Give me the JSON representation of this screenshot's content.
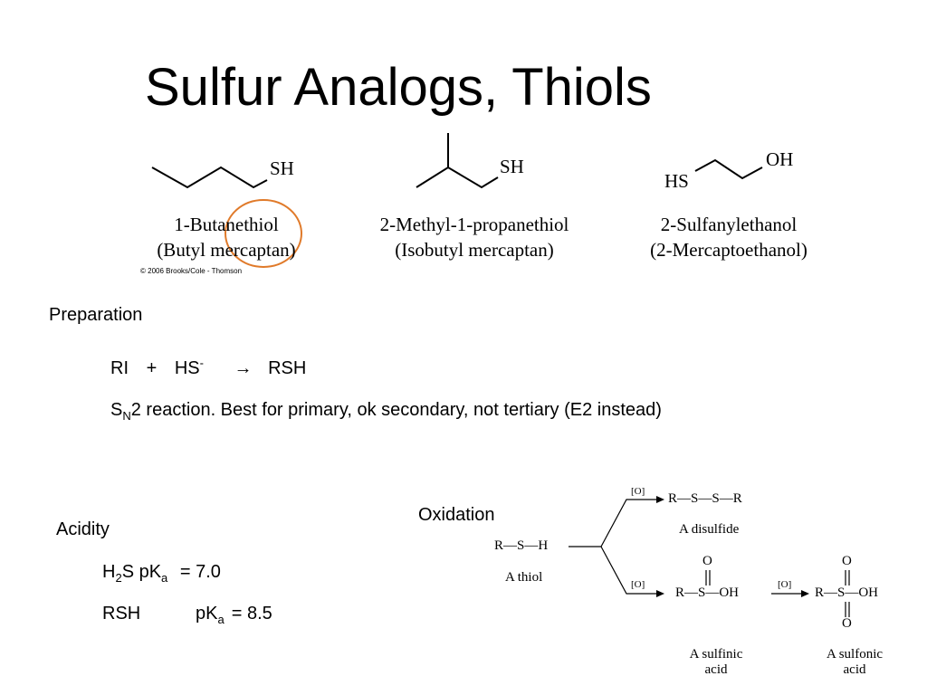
{
  "slide": {
    "title": "Sulfur Analogs, Thiols",
    "copyright": "© 2006 Brooks/Cole - Thomson"
  },
  "molecules": [
    {
      "group": "SH",
      "name": "1-Butanethiol",
      "common": "(Butyl mercaptan)"
    },
    {
      "group": "SH",
      "name": "2-Methyl-1-propanethiol",
      "common": "(Isobutyl mercaptan)"
    },
    {
      "group_left": "HS",
      "group_right": "OH",
      "name": "2-Sulfanylethanol",
      "common": "(2-Mercaptoethanol)"
    }
  ],
  "preparation": {
    "heading": "Preparation",
    "reactant1": "RI",
    "plus": "+",
    "reactant2": "HS",
    "reactant2_charge": "-",
    "arrow": "→",
    "product": "RSH",
    "note_s": "S",
    "note_sub": "N",
    "note_rest": "2 reaction.  Best for primary, ok secondary, not tertiary (E2 instead)"
  },
  "acidity": {
    "heading": "Acidity",
    "row1_h": "H",
    "row1_sub": "2",
    "row1_s": "S pK",
    "row1_a": "a",
    "row1_value": "=  7.0",
    "row2_name": "RSH",
    "row2_pk": "pK",
    "row2_a": "a",
    "row2_value": "=  8.5"
  },
  "oxidation": {
    "heading": "Oxidation",
    "oxidant": "[O]",
    "thiol": "R—S—H",
    "thiol_label": "A thiol",
    "disulfide": "R—S—S—R",
    "disulfide_label": "A disulfide",
    "sulfinic": "R—S—OH",
    "sulfinic_label_1": "A sulfinic",
    "sulfinic_label_2": "acid",
    "sulfonic": "R—S—OH",
    "sulfonic_label_1": "A sulfonic",
    "sulfonic_label_2": "acid",
    "oxygen": "O"
  },
  "colors": {
    "highlight_circle": "#e07a2a",
    "text": "#000000"
  }
}
